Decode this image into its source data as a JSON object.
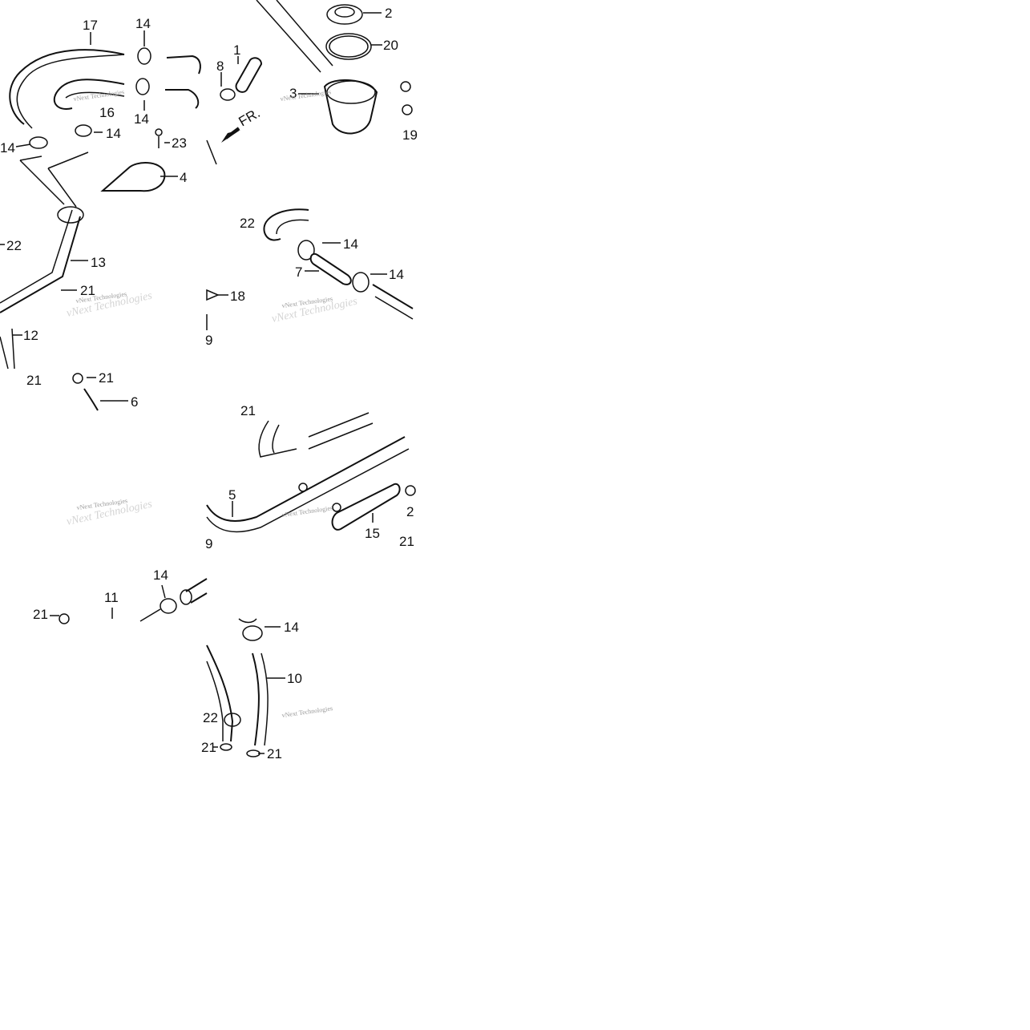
{
  "labels": {
    "l17": "17",
    "l14a": "14",
    "l16": "16",
    "l14b": "14",
    "l14c": "14",
    "l14d": "14",
    "l23": "23",
    "l4": "4",
    "l8": "8",
    "l1": "1",
    "l2": "2",
    "l20": "20",
    "l3": "3",
    "l19": "19",
    "l22a": "22",
    "l13": "13",
    "l21a": "21",
    "l12": "12",
    "l21b": "21",
    "l21c": "21",
    "l6": "6",
    "l22b": "22",
    "l14e": "14",
    "l7": "7",
    "l14f": "14",
    "l18": "18",
    "l9": "9",
    "l21d": "21",
    "l5": "5",
    "l15": "15",
    "l21e": "21",
    "l2b": "2",
    "l9b": "9",
    "l14g": "14",
    "l11": "11",
    "l21f": "21",
    "l14h": "14",
    "l10": "10",
    "l22c": "22",
    "l21g": "21",
    "l21h": "21"
  },
  "direction_arrow": "FR.",
  "watermark": "vNext Technologies",
  "colors": {
    "line": "#111111",
    "background": "#ffffff",
    "watermark": "#9a9a9a"
  }
}
